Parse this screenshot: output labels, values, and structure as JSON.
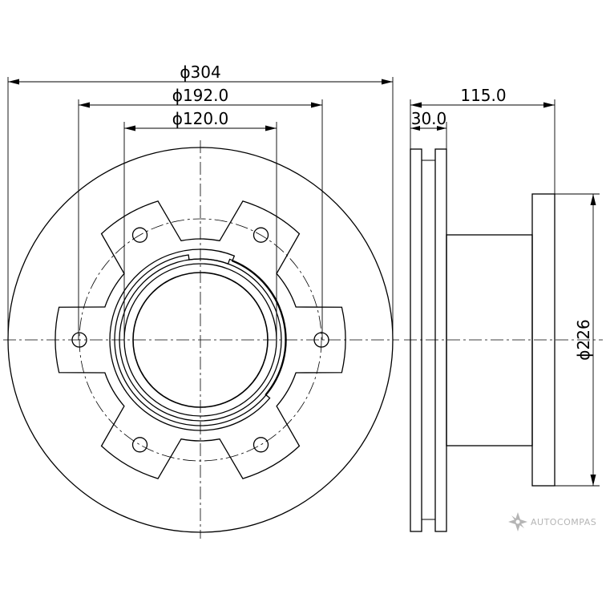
{
  "dimensions": {
    "outer_diameter": "ϕ304",
    "bolt_circle_diameter": "ϕ192.0",
    "center_bore_diameter": "ϕ120.0",
    "overall_height": "115.0",
    "disc_thickness": "30.0",
    "hat_diameter": "ϕ226"
  },
  "watermark": {
    "text": "AUTOCOMPAS",
    "icon": "autocompas-logo-icon"
  },
  "colors": {
    "line": "#000000",
    "watermark": "#b5b5b5"
  }
}
